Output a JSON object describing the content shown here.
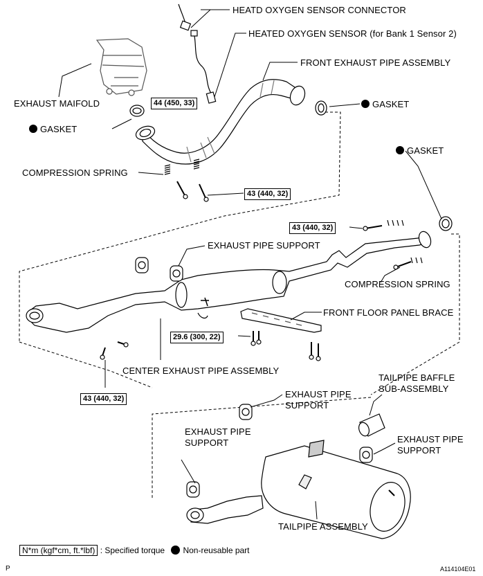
{
  "labels": {
    "heated_sensor_connector": "HEATD OXYGEN SENSOR CONNECTOR",
    "heated_sensor": "HEATED OXYGEN SENSOR (for Bank 1 Sensor 2)",
    "front_exhaust_pipe": "FRONT EXHAUST PIPE ASSEMBLY",
    "exhaust_manifold": "EXHAUST MAIFOLD",
    "gasket": "GASKET",
    "compression_spring": "COMPRESSION SPRING",
    "exhaust_pipe_support": "EXHAUST PIPE SUPPORT",
    "front_floor_panel_brace": "FRONT FLOOR PANEL BRACE",
    "center_exhaust_pipe": "CENTER EXHAUST PIPE ASSEMBLY",
    "tailpipe_baffle_line1": "TAILPIPE BAFFLE",
    "tailpipe_baffle_line2": "SUB-ASSEMBLY",
    "exhaust_pipe_line1": "EXHAUST PIPE",
    "support_line2": "SUPPORT",
    "tailpipe_assembly": "TAILPIPE ASSEMBLY"
  },
  "torques": {
    "sensor": "44 (450, 33)",
    "front_pipe_bolt": "43 (440, 32)",
    "center_pipe_front": "43 (440, 32)",
    "brace": "29.6 (300, 22)",
    "center_pipe_rear": "43 (440, 32)"
  },
  "legend": {
    "unit": "N*m (kgf*cm, ft.*lbf)",
    "torque_text": ": Specified torque",
    "non_reusable": "Non-reusable part"
  },
  "figure_id": "A114104E01",
  "corner_mark": "P"
}
